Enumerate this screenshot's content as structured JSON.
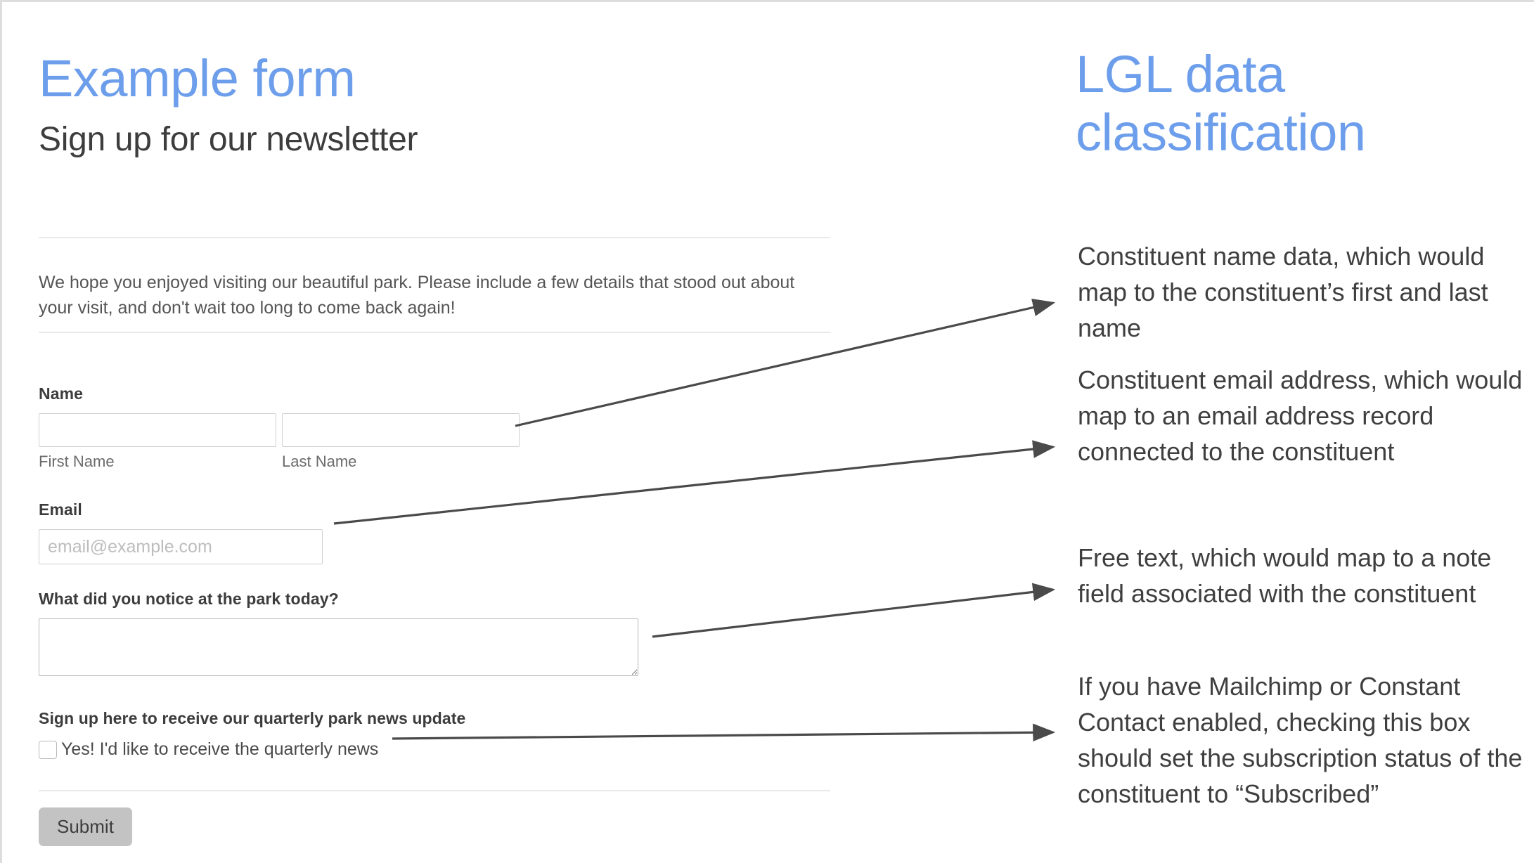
{
  "form": {
    "title": "Example form",
    "subtitle": "Sign up for our newsletter",
    "intro": "We hope you enjoyed visiting our beautiful park. Please include a few details that stood out about your visit, and don't wait too long to come back again!",
    "name": {
      "label": "Name",
      "first_value": "",
      "first_caption": "First Name",
      "last_value": "",
      "last_caption": "Last Name"
    },
    "email": {
      "label": "Email",
      "placeholder": "email@example.com",
      "value": ""
    },
    "note": {
      "label": "What did you notice at the park today?",
      "value": ""
    },
    "newsletter": {
      "label": "Sign up here to receive our quarterly park news update",
      "checkbox_caption": "Yes! I'd like to receive the quarterly news",
      "checked": false
    },
    "submit_label": "Submit"
  },
  "annotations": {
    "title": "LGL data classification",
    "items": [
      "Constituent name data, which would map to the constituent’s first and last name",
      "Constituent email address, which would map to an email address record connected to the constituent",
      "Free text, which would map to a note field associated with the constituent",
      "If you have Mailchimp or Constant Contact enabled, checking this box should set the subscription status of the constituent to “Subscribed”"
    ]
  },
  "colors": {
    "heading_blue": "#6d9eeb",
    "body_gray": "#3f3f3f",
    "divider": "#e8e8e8",
    "submit_bg": "#c3c3c3",
    "arrow": "#4a4a4a"
  }
}
